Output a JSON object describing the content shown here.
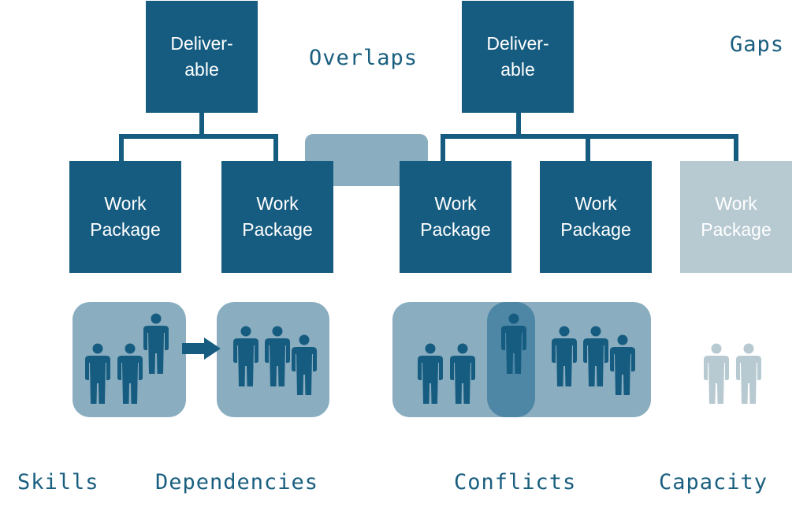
{
  "deliverables": [
    {
      "line1": "Deliver-",
      "line2": "able"
    },
    {
      "line1": "Deliver-",
      "line2": "able"
    }
  ],
  "work_packages": [
    {
      "line1": "Work",
      "line2": "Package"
    },
    {
      "line1": "Work",
      "line2": "Package"
    },
    {
      "line1": "Work",
      "line2": "Package"
    },
    {
      "line1": "Work",
      "line2": "Package"
    },
    {
      "line1": "Work",
      "line2": "Package"
    }
  ],
  "labels": {
    "overlaps": "Overlaps",
    "gaps": "Gaps",
    "skills": "Skills",
    "dependencies": "Dependencies",
    "conflicts": "Conflicts",
    "capacity": "Capacity"
  },
  "colors": {
    "primary": "#165c80",
    "light_group": "#8aadc0",
    "faded": "#b7c9d1",
    "overlap_bar": "#8aadc0",
    "conflict_highlight": "#4e87a5"
  },
  "icons": {
    "person": "person-icon",
    "arrow": "arrow-right-icon"
  }
}
